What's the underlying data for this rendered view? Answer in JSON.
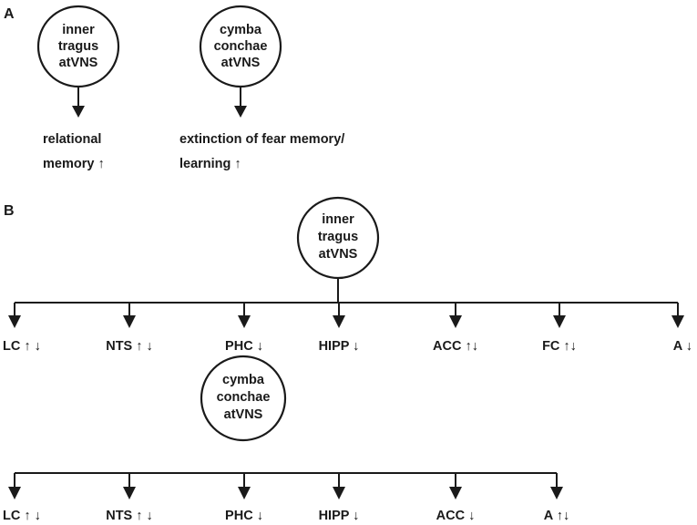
{
  "panel_a": {
    "label": "A",
    "node1": {
      "lines": [
        "inner",
        "tragus",
        "atVNS"
      ],
      "outcome": [
        "relational",
        "memory ↑"
      ]
    },
    "node2": {
      "lines": [
        "cymba",
        "conchae",
        "atVNS"
      ],
      "outcome": [
        "extinction of fear memory/",
        "learning ↑"
      ]
    }
  },
  "panel_b": {
    "label": "B",
    "tree1": {
      "root": [
        "inner",
        "tragus",
        "atVNS"
      ],
      "targets": [
        "LC ↑ ↓",
        "NTS ↑ ↓",
        "PHC ↓",
        "HIPP ↓",
        "ACC ↑↓",
        "FC ↑↓",
        "A ↓"
      ]
    },
    "tree2": {
      "root": [
        "cymba",
        "conchae",
        "atVNS"
      ],
      "targets": [
        "LC ↑ ↓",
        "NTS ↑ ↓",
        "PHC ↓",
        "HIPP ↓",
        "ACC ↓",
        "A ↑↓"
      ]
    }
  }
}
